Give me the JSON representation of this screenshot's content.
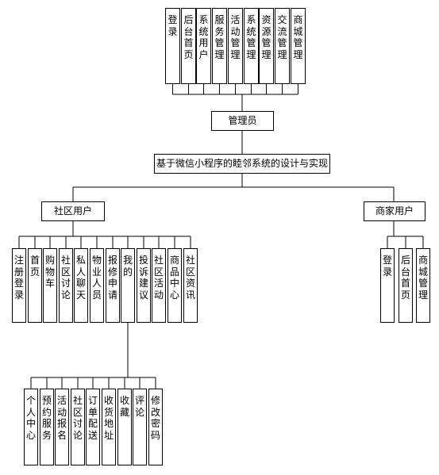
{
  "root": {
    "label": "基于微信小程序的睦邻系统的设计与实现"
  },
  "admin": {
    "label": "管理员",
    "children": [
      "登录",
      "后台首页",
      "系统用户",
      "服务管理",
      "活动管理",
      "系统管理",
      "资源管理",
      "交流管理",
      "商城管理"
    ]
  },
  "community": {
    "label": "社区用户",
    "children": [
      "注册登录",
      "首页",
      "购物车",
      "社区讨论",
      "私人聊天",
      "物业人员",
      "报修申请",
      "我的",
      "投诉建议",
      "社区活动",
      "商品中心",
      "社区资讯"
    ],
    "mine_children": [
      "个人中心",
      "预约服务",
      "活动报名",
      "社区讨论",
      "订单配送",
      "收货地址",
      "收藏",
      "评论",
      "修改密码"
    ]
  },
  "merchant": {
    "label": "商家用户",
    "children": [
      "登录",
      "后台首页",
      "商城管理"
    ]
  }
}
